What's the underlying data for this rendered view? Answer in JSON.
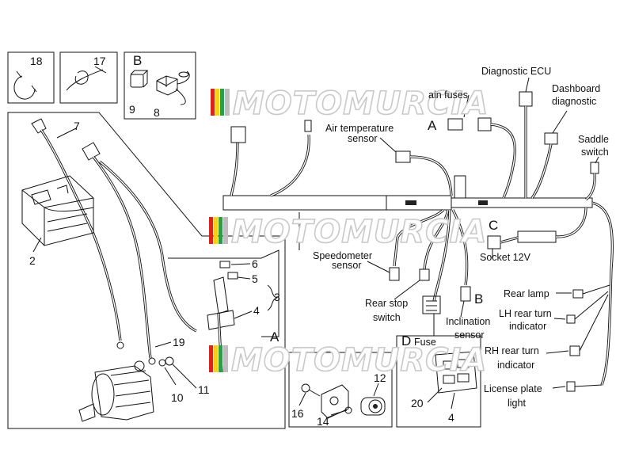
{
  "labels": {
    "diagnostic_ecu": "Diagnostic ECU",
    "dashboard_diag_1": "Dashboard",
    "dashboard_diag_2": "diagnostic",
    "main_fuses": "ain fuses",
    "air_temp_1": "Air temperature",
    "air_temp_2": "sensor",
    "saddle_1": "Saddle",
    "saddle_2": "switch",
    "socket": "Socket 12V",
    "speedo_1": "Speedometer",
    "speedo_2": "sensor",
    "rear_stop_1": "Rear stop",
    "rear_stop_2": "switch",
    "inclination_1": "Inclination",
    "inclination_2": "sensor",
    "fuse": "Fuse",
    "rear_lamp": "Rear lamp",
    "lh_turn_1": "LH rear turn",
    "lh_turn_2": "indicator",
    "rh_turn_1": "RH rear turn",
    "rh_turn_2": "indicator",
    "license_1": "License plate",
    "license_2": "light"
  },
  "letters": {
    "a_fuses": "A",
    "a_harness": "A",
    "b_box": "B",
    "b_incl": "B",
    "c_socket": "C",
    "d_fuse": "D"
  },
  "part_numbers": {
    "p18": "18",
    "p17": "17",
    "p9": "9",
    "p8": "8",
    "p7": "7",
    "p2": "2",
    "p6": "6",
    "p5": "5",
    "p4a": "4",
    "p3": "3",
    "p19": "19",
    "p10": "10",
    "p11": "11",
    "p12": "12",
    "p16": "16",
    "p14": "14",
    "p20": "20",
    "p4b": "4"
  },
  "watermark": "MOTOMURCIA",
  "colors": {
    "wm_red": "#d9231c",
    "wm_yellow": "#f4d21a",
    "wm_green": "#2a9d45",
    "wm_gray": "#bdbdbd"
  }
}
